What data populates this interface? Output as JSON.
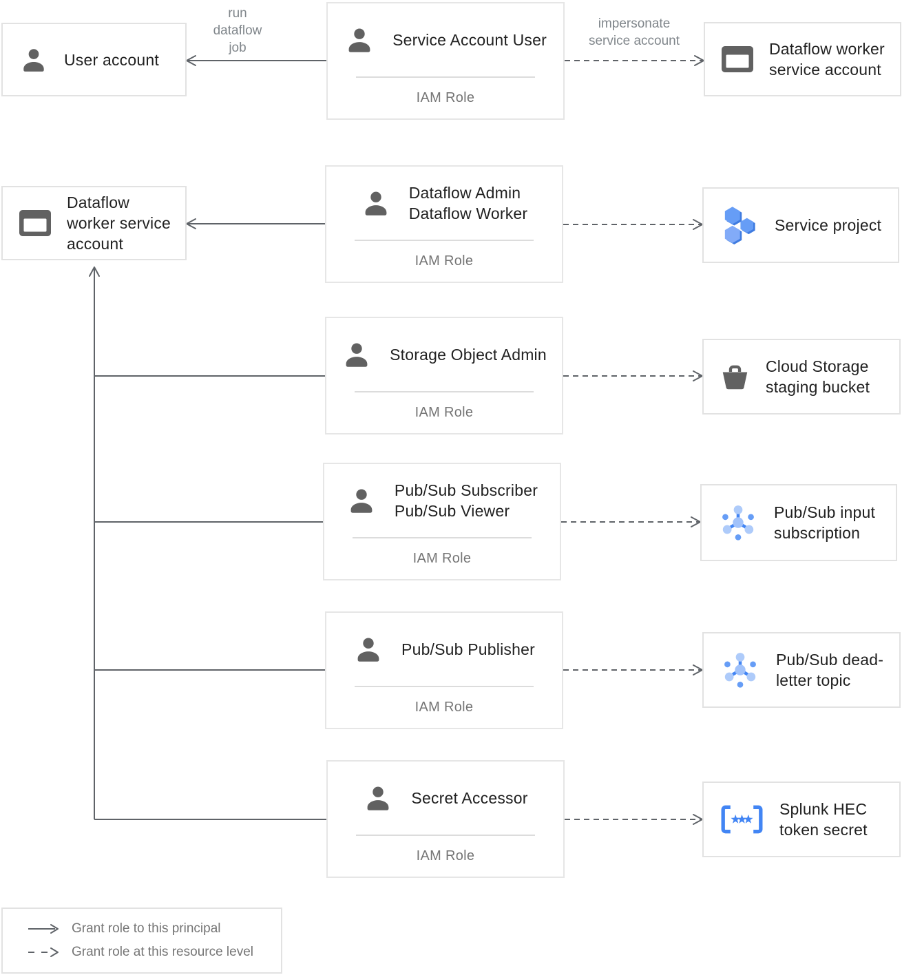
{
  "nodes": {
    "left_entities": [
      {
        "name": "user-account",
        "icon": "person",
        "label": "User account"
      },
      {
        "name": "dataflow-worker-service-account",
        "icon": "window",
        "label": "Dataflow worker service account"
      }
    ],
    "roles": [
      {
        "name": "service-account-user",
        "icon": "person",
        "title": "Service Account User",
        "sublabel": "IAM Role"
      },
      {
        "name": "dataflow-admin-worker",
        "icon": "person",
        "title": "Dataflow Admin\nDataflow Worker",
        "sublabel": "IAM Role"
      },
      {
        "name": "storage-object-admin",
        "icon": "person",
        "title": "Storage Object Admin",
        "sublabel": "IAM Role"
      },
      {
        "name": "pubsub-subscriber-viewer",
        "icon": "person",
        "title": "Pub/Sub Subscriber\nPub/Sub Viewer",
        "sublabel": "IAM Role"
      },
      {
        "name": "pubsub-publisher",
        "icon": "person",
        "title": "Pub/Sub Publisher",
        "sublabel": "IAM Role"
      },
      {
        "name": "secret-accessor",
        "icon": "person",
        "title": "Secret Accessor",
        "sublabel": "IAM Role"
      }
    ],
    "right_entities": [
      {
        "name": "dataflow-worker-service-account-target",
        "icon": "window",
        "label": "Dataflow worker service account"
      },
      {
        "name": "service-project",
        "icon": "project-hexagons",
        "label": "Service project"
      },
      {
        "name": "cloud-storage-staging-bucket",
        "icon": "storage-bucket",
        "label": "Cloud Storage staging bucket"
      },
      {
        "name": "pubsub-input-subscription",
        "icon": "pubsub",
        "label": "Pub/Sub input subscription"
      },
      {
        "name": "pubsub-dead-letter-topic",
        "icon": "pubsub",
        "label": "Pub/Sub dead-letter topic"
      },
      {
        "name": "splunk-hec-token-secret",
        "icon": "secret-manager",
        "label": "Splunk HEC token secret"
      }
    ]
  },
  "edge_labels": {
    "run_dataflow_job": "run\ndataflow\njob",
    "impersonate_service_account": "impersonate\nservice account"
  },
  "legend": {
    "solid_label": "Grant role to this principal",
    "dashed_label": "Grant role at this resource level"
  },
  "colors": {
    "line": "#5f6368",
    "icon_gray": "#616161",
    "title_text": "#212121",
    "muted_text": "#757575",
    "blue": "#4285f4",
    "blue_medium": "#669df6",
    "blue_light": "#aecbfa",
    "blue_pale": "#a1c2fa",
    "hex_shadow": "#3f7be0",
    "hex_face_light": "#82abf8",
    "box_border": "#e2e2e2"
  }
}
